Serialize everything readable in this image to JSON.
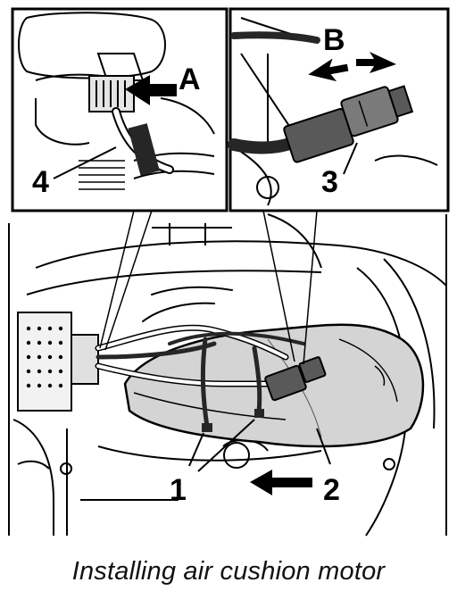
{
  "caption": "Installing air cushion motor",
  "labels": {
    "a": "A",
    "b": "B",
    "n1": "1",
    "n2": "2",
    "n3": "3",
    "n4": "4"
  },
  "colors": {
    "line": "#000000",
    "cushion": "#d4d4d4",
    "connector": "#595959",
    "cable": "#262626",
    "paper": "#ffffff"
  }
}
